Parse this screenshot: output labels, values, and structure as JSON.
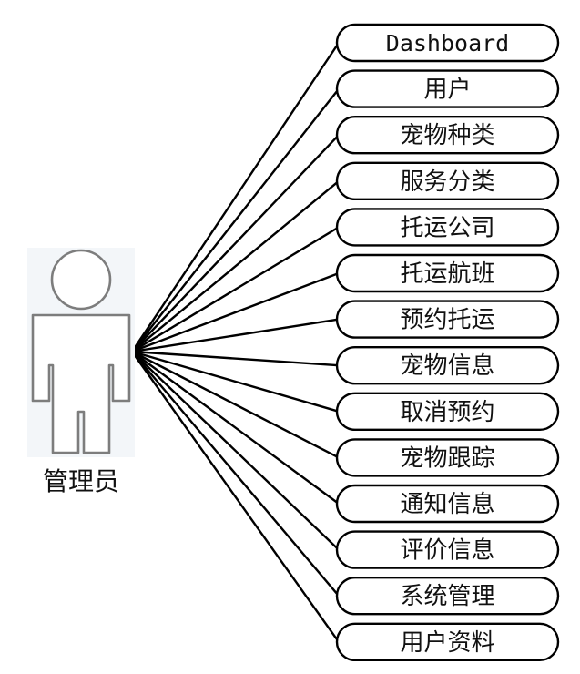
{
  "actor": {
    "name": "管理员"
  },
  "use_cases": [
    "Dashboard",
    "用户",
    "宠物种类",
    "服务分类",
    "托运公司",
    "托运航班",
    "预约托运",
    "宠物信息",
    "取消预约",
    "宠物跟踪",
    "通知信息",
    "评价信息",
    "系统管理",
    "用户资料"
  ]
}
